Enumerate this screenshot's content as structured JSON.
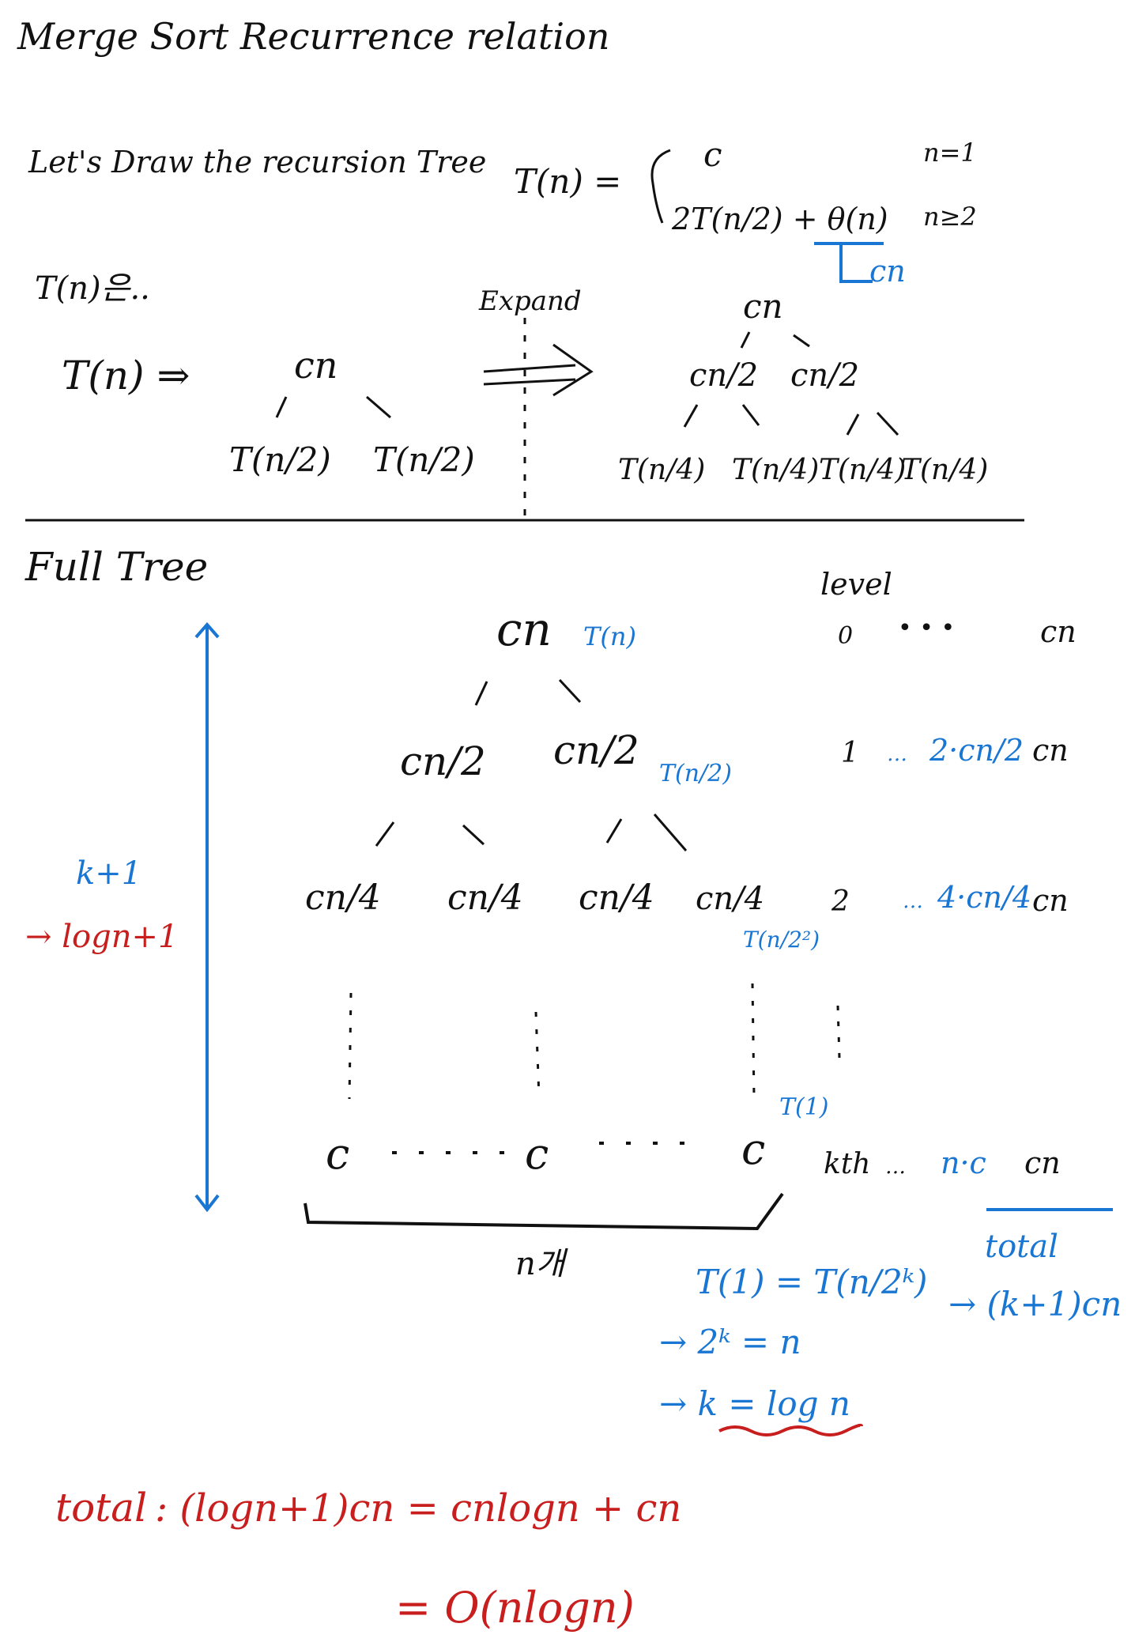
{
  "title": "Merge Sort Recurrence relation",
  "intro": "Let's Draw the recursion Tree",
  "recurrence": {
    "lhs": "T(n) =",
    "case1_expr": "c",
    "case1_cond": "n=1",
    "case2_expr": "2T(n/2) + θ(n)",
    "case2_cond": "n≥2",
    "theta_note": "cn"
  },
  "expand_section": {
    "label": "T(n)은..",
    "lhs": "T(n) ⇒",
    "root": "cn",
    "children": [
      "T(n/2)",
      "T(n/2)"
    ],
    "expand_label": "Expand",
    "expanded_root": "cn",
    "expanded_level1": [
      "cn/2",
      "cn/2"
    ],
    "expanded_level2": [
      "T(n/4)",
      "T(n/4)",
      "T(n/4)",
      "T(n/4)"
    ]
  },
  "full_tree": {
    "heading": "Full Tree",
    "level_header": "level",
    "root": "cn",
    "root_note": "T(n)",
    "level1": [
      "cn/2",
      "cn/2"
    ],
    "level1_note": "T(n/2)",
    "level2": [
      "cn/4",
      "cn/4",
      "cn/4",
      "cn/4"
    ],
    "level2_note": "T(n/2²)",
    "leaf_note": "T(1)",
    "leaves": [
      "c",
      "c",
      "c"
    ],
    "leaf_count": "n개",
    "height_label": "k+1",
    "height_result": "→ logn+1",
    "levels": [
      {
        "index": "0",
        "cost_expr": "",
        "cost": "cn"
      },
      {
        "index": "1",
        "cost_expr": "2·cn/2",
        "cost": "cn"
      },
      {
        "index": "2",
        "cost_expr": "4·cn/4",
        "cost": "cn"
      },
      {
        "index": "kth",
        "cost_expr": "n·c",
        "cost": "cn"
      }
    ],
    "total_label": "total",
    "total_value": "→ (k+1)cn",
    "derivation": [
      "T(1) = T(n/2ᵏ)",
      "→ 2ᵏ = n",
      "→ k = log n"
    ]
  },
  "conclusion": {
    "line1_label": "total",
    "line1_expr": ": (logn+1)cn = cnlogn + cn",
    "line2_expr": "= O(nlogn)"
  },
  "colors": {
    "ink": "#111111",
    "blue": "#1976d2",
    "red": "#c81e1e"
  }
}
